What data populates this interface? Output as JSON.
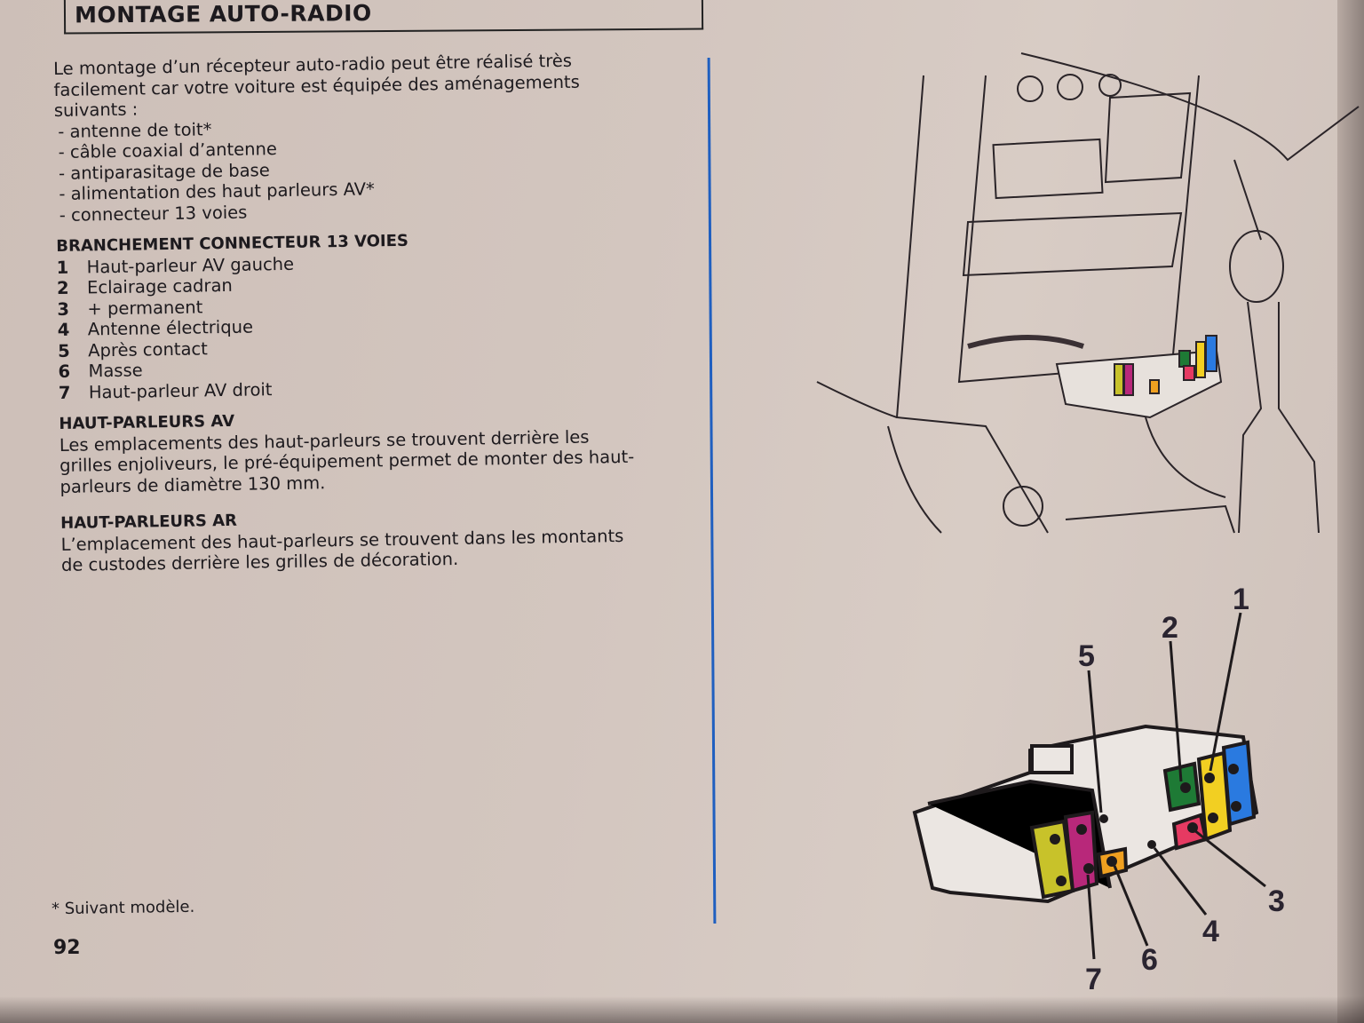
{
  "title": "MONTAGE AUTO-RADIO",
  "intro": [
    "Le montage d’un récepteur auto-radio peut être réalisé très",
    "facilement car votre voiture est équipée des aménagements",
    "suivants :"
  ],
  "features": [
    "- antenne de toit*",
    "- câble coaxial d’antenne",
    "- antiparasitage de base",
    "- alimentation des haut parleurs AV*",
    "- connecteur 13 voies"
  ],
  "connector_heading": "BRANCHEMENT CONNECTEUR 13 VOIES",
  "connector_pins": [
    {
      "n": "1",
      "label": "Haut-parleur AV gauche"
    },
    {
      "n": "2",
      "label": "Eclairage cadran"
    },
    {
      "n": "3",
      "label": "+ permanent"
    },
    {
      "n": "4",
      "label": "Antenne électrique"
    },
    {
      "n": "5",
      "label": "Après contact"
    },
    {
      "n": "6",
      "label": "Masse"
    },
    {
      "n": "7",
      "label": "Haut-parleur AV droit"
    }
  ],
  "front_heading": "HAUT-PARLEURS AV",
  "front_text": [
    "Les emplacements des haut-parleurs se trouvent derrière les",
    "grilles enjoliveurs, le pré-équipement permet de monter des haut-",
    "parleurs de diamètre 130 mm."
  ],
  "rear_heading": "HAUT-PARLEURS AR",
  "rear_text": [
    "L’emplacement des haut-parleurs se trouvent dans les montants",
    "de custodes derrière les grilles de décoration."
  ],
  "footnote": "* Suivant modèle.",
  "page_number": "92",
  "colors": {
    "yellow_olive": "#c8c22a",
    "magenta": "#b8287a",
    "orange": "#f0a020",
    "red": "#e63a62",
    "green": "#1e7a35",
    "yellow": "#f2cf22",
    "blue": "#2a7ae0",
    "rule": "#1f5fc0"
  }
}
